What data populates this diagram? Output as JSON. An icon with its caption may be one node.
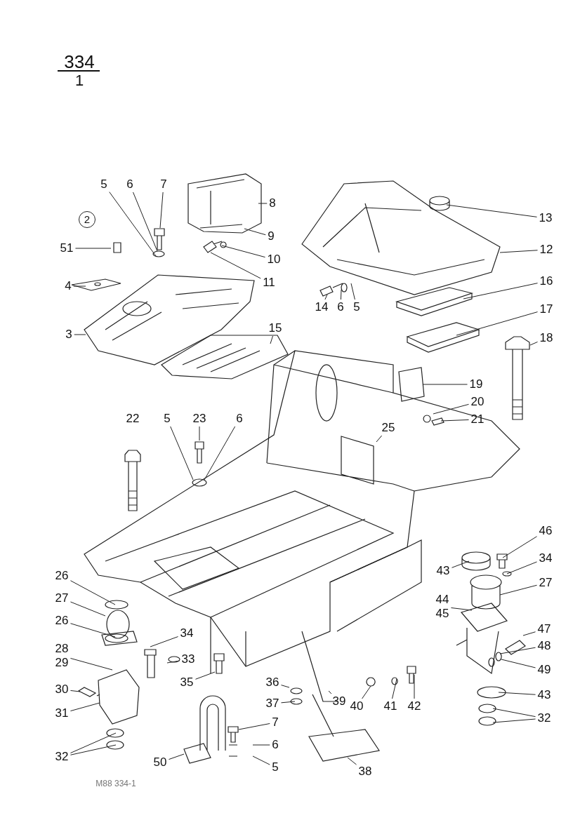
{
  "diagram": {
    "nodes": [
      {
        "text": [
          "5"
        ]
      },
      {
        "text": [
          "6"
        ]
      },
      {
        "text": [
          "7"
        ]
      },
      {
        "text": [
          "8"
        ]
      },
      {
        "text": [
          "9"
        ]
      },
      {
        "text": [
          "51"
        ]
      },
      {
        "text": [
          "10"
        ]
      },
      {
        "text": [
          "11"
        ]
      },
      {
        "text": [
          "4"
        ]
      },
      {
        "text": [
          "3"
        ]
      },
      {
        "text": [
          "15"
        ]
      },
      {
        "text": [
          "14"
        ]
      },
      {
        "text": [
          "6"
        ]
      },
      {
        "text": [
          "5"
        ]
      },
      {
        "text": [
          "13"
        ]
      },
      {
        "text": [
          "12"
        ]
      },
      {
        "text": [
          "16"
        ]
      },
      {
        "text": [
          "17"
        ]
      },
      {
        "text": [
          "18"
        ]
      },
      {
        "text": [
          "19"
        ]
      },
      {
        "text": [
          "20"
        ]
      },
      {
        "text": [
          "21"
        ]
      },
      {
        "text": [
          "25"
        ]
      },
      {
        "text": [
          "22"
        ]
      },
      {
        "text": [
          "5"
        ]
      },
      {
        "text": [
          "23"
        ]
      },
      {
        "text": [
          "6"
        ]
      },
      {
        "text": [
          "26"
        ]
      },
      {
        "text": [
          "27"
        ]
      },
      {
        "text": [
          "26"
        ]
      },
      {
        "text": [
          "28",
          "29"
        ]
      },
      {
        "text": [
          "30"
        ]
      },
      {
        "text": [
          "31"
        ]
      },
      {
        "text": [
          "32"
        ]
      },
      {
        "text": [
          "34"
        ]
      },
      {
        "text": [
          "33"
        ]
      },
      {
        "text": [
          "35"
        ]
      },
      {
        "text": [
          "36"
        ]
      },
      {
        "text": [
          "37"
        ]
      },
      {
        "text": [
          "39"
        ]
      },
      {
        "text": [
          "40"
        ]
      },
      {
        "text": [
          "41"
        ]
      },
      {
        "text": [
          "42"
        ]
      },
      {
        "text": [
          "7"
        ]
      },
      {
        "text": [
          "6"
        ]
      },
      {
        "text": [
          "5"
        ]
      },
      {
        "text": [
          "50"
        ]
      },
      {
        "text": [
          "38"
        ]
      },
      {
        "text": [
          "46"
        ]
      },
      {
        "text": [
          "43"
        ]
      },
      {
        "text": [
          "34"
        ]
      },
      {
        "text": [
          "27"
        ]
      },
      {
        "text": [
          "44",
          "45"
        ]
      },
      {
        "text": [
          "47"
        ]
      },
      {
        "text": [
          "48"
        ]
      },
      {
        "text": [
          "49"
        ]
      },
      {
        "text": [
          "43"
        ]
      },
      {
        "text": [
          "32"
        ]
      }
    ],
    "edges": [
      {
        "from": 0,
        "to": null,
        "arrow": "none"
      },
      {
        "from": 1,
        "to": null,
        "arrow": "none"
      },
      {
        "from": 2,
        "to": null,
        "arrow": "none"
      },
      {
        "from": 3,
        "to": null,
        "arrow": "none"
      },
      {
        "from": 4,
        "to": null,
        "arrow": "none"
      },
      {
        "from": 5,
        "to": null,
        "arrow": "none"
      },
      {
        "from": 6,
        "to": null,
        "arrow": "none"
      },
      {
        "from": 7,
        "to": null,
        "arrow": "none"
      },
      {
        "from": 8,
        "to": null,
        "arrow": "none"
      },
      {
        "from": 9,
        "to": null,
        "arrow": "none"
      },
      {
        "from": 10,
        "to": null,
        "arrow": "none"
      },
      {
        "from": 11,
        "to": null,
        "arrow": "none"
      },
      {
        "from": 12,
        "to": null,
        "arrow": "none"
      },
      {
        "from": 13,
        "to": null,
        "arrow": "none"
      },
      {
        "from": 14,
        "to": null,
        "arrow": "none"
      },
      {
        "from": 15,
        "to": null,
        "arrow": "none"
      },
      {
        "from": 16,
        "to": null,
        "arrow": "none"
      },
      {
        "from": 17,
        "to": null,
        "arrow": "none"
      },
      {
        "from": 18,
        "to": null,
        "arrow": "none"
      },
      {
        "from": 19,
        "to": null,
        "arrow": "none"
      },
      {
        "from": 20,
        "to": null,
        "arrow": "none"
      },
      {
        "from": 21,
        "to": null,
        "arrow": "none"
      },
      {
        "from": 22,
        "to": null,
        "arrow": "none"
      },
      {
        "from": 24,
        "to": null,
        "arrow": "none"
      },
      {
        "from": 25,
        "to": null,
        "arrow": "none"
      },
      {
        "from": 26,
        "to": null,
        "arrow": "none"
      },
      {
        "from": 27,
        "to": null,
        "arrow": "none"
      },
      {
        "from": 28,
        "to": null,
        "arrow": "none"
      },
      {
        "from": 29,
        "to": null,
        "arrow": "none"
      },
      {
        "from": 30,
        "to": null,
        "arrow": "none"
      },
      {
        "from": 31,
        "to": null,
        "arrow": "none"
      },
      {
        "from": 32,
        "to": null,
        "arrow": "none"
      },
      {
        "from": 33,
        "to": null,
        "arrow": "none"
      },
      {
        "from": 33,
        "to": null,
        "arrow": "none"
      },
      {
        "from": 34,
        "to": null,
        "arrow": "none"
      },
      {
        "from": 35,
        "to": null,
        "arrow": "none"
      },
      {
        "from": 36,
        "to": null,
        "arrow": "none"
      },
      {
        "from": 37,
        "to": null,
        "arrow": "none"
      },
      {
        "from": 38,
        "to": null,
        "arrow": "none"
      },
      {
        "from": 39,
        "to": null,
        "arrow": "none"
      },
      {
        "from": 40,
        "to": null,
        "arrow": "none"
      },
      {
        "from": 41,
        "to": null,
        "arrow": "none"
      },
      {
        "from": 42,
        "to": null,
        "arrow": "none"
      },
      {
        "from": 43,
        "to": null,
        "arrow": "none"
      },
      {
        "from": 44,
        "to": null,
        "arrow": "none"
      },
      {
        "from": 45,
        "to": null,
        "arrow": "none"
      },
      {
        "from": 46,
        "to": null,
        "arrow": "none"
      },
      {
        "from": 47,
        "to": null,
        "arrow": "none"
      },
      {
        "from": 48,
        "to": null,
        "arrow": "none"
      },
      {
        "from": 49,
        "to": null,
        "arrow": "none"
      },
      {
        "from": 50,
        "to": null,
        "arrow": "none"
      },
      {
        "from": 51,
        "to": null,
        "arrow": "none"
      },
      {
        "from": 52,
        "to": null,
        "arrow": "none"
      },
      {
        "from": 53,
        "to": null,
        "arrow": "none"
      },
      {
        "from": 54,
        "to": null,
        "arrow": "none"
      },
      {
        "from": 55,
        "to": null,
        "arrow": "none"
      },
      {
        "from": 56,
        "to": null,
        "arrow": "none"
      },
      {
        "from": 57,
        "to": null,
        "arrow": "none"
      },
      {
        "from": 57,
        "to": null,
        "arrow": "none"
      }
    ],
    "labels": [
      "334",
      "1",
      "2",
      "M88 334-1"
    ]
  }
}
